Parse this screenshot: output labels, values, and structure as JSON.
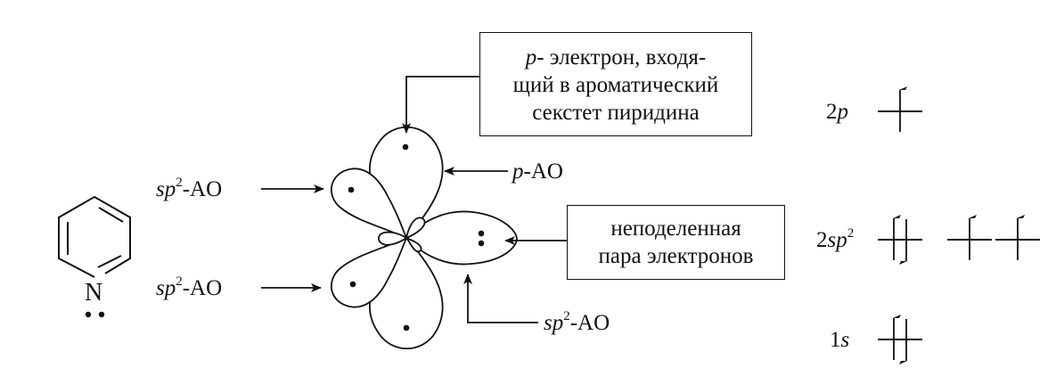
{
  "labels": {
    "pyridine_n": "N",
    "p_ao": {
      "prefix": "p",
      "suffix": "-AO"
    },
    "sp2_ao_a": {
      "prefix": "sp",
      "sup": "2",
      "suffix": "-AO"
    },
    "sp2_ao_b": {
      "prefix": "sp",
      "sup": "2",
      "suffix": "-AO"
    },
    "sp2_ao_c": {
      "prefix": "sp",
      "sup": "2",
      "suffix": "-AO"
    }
  },
  "callouts": {
    "p_electron": {
      "line1_prefix": "p",
      "line1_rest": "- электрон, входя-",
      "line2": "щий в ароматический",
      "line3": "секстет пиридина"
    },
    "lone_pair": {
      "line1": "неподеленная",
      "line2": "пара электронов"
    }
  },
  "orbital_levels": [
    {
      "number": "2",
      "letter": "p",
      "sup": "",
      "electrons": [
        "up"
      ]
    },
    {
      "number": "2",
      "letter": "sp",
      "sup": "2",
      "electrons": [
        "pair",
        "up",
        "up"
      ]
    },
    {
      "number": "1",
      "letter": "s",
      "sup": "",
      "electrons": [
        "pair"
      ]
    }
  ],
  "colors": {
    "ink": "#111111",
    "background": "#ffffff"
  }
}
